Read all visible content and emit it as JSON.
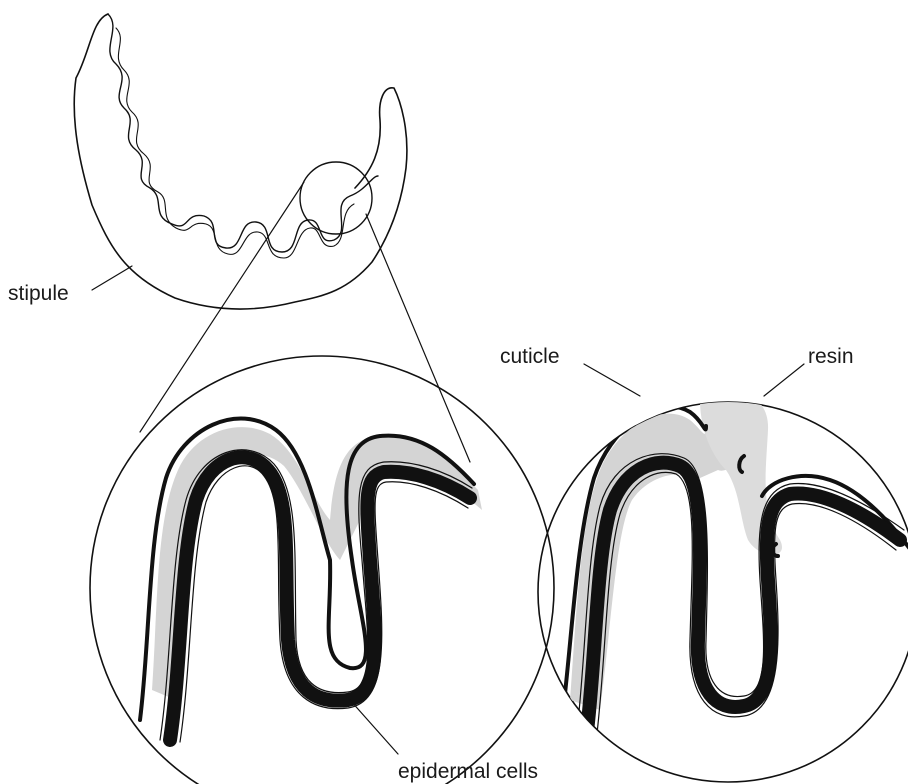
{
  "labels": {
    "stipule": "stipule",
    "cuticle": "cuticle",
    "resin": "resin",
    "epidermal_cells": "epidermal cells"
  },
  "colors": {
    "ink": "#111111",
    "background": "#ffffff"
  }
}
